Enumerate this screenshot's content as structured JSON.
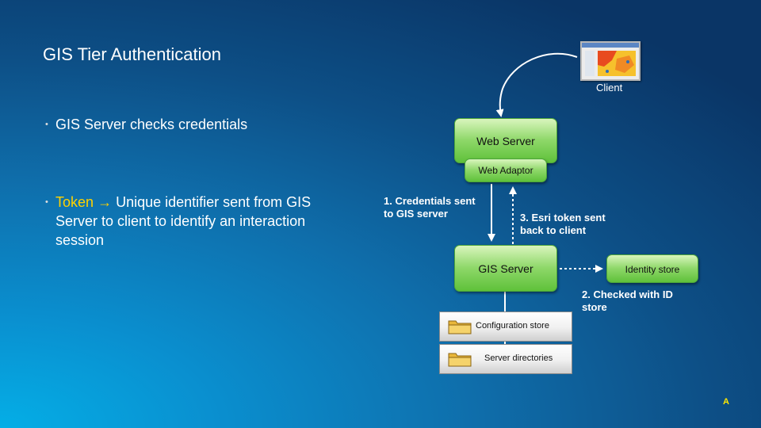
{
  "slide": {
    "title": "GIS Tier Authentication",
    "bullets": [
      {
        "text": "GIS Server checks credentials"
      },
      {
        "highlight": "Token",
        "arrow": "→",
        "text": "Unique identifier sent from GIS Server to client to identify an interaction session"
      }
    ],
    "corner_mark": "A"
  },
  "diagram": {
    "client_label": "Client",
    "web_server": "Web Server",
    "web_adaptor": "Web Adaptor",
    "gis_server": "GIS Server",
    "identity_store": "Identity store",
    "config_store": "Configuration store",
    "server_directories": "Server directories",
    "step1": "1. Credentials sent to GIS server",
    "step2": "2. Checked with ID store",
    "step3": "3. Esri token sent back to client"
  },
  "colors": {
    "accent": "#ffd200",
    "box_green": "#8fd86a",
    "arrow_white": "#ffffff"
  }
}
